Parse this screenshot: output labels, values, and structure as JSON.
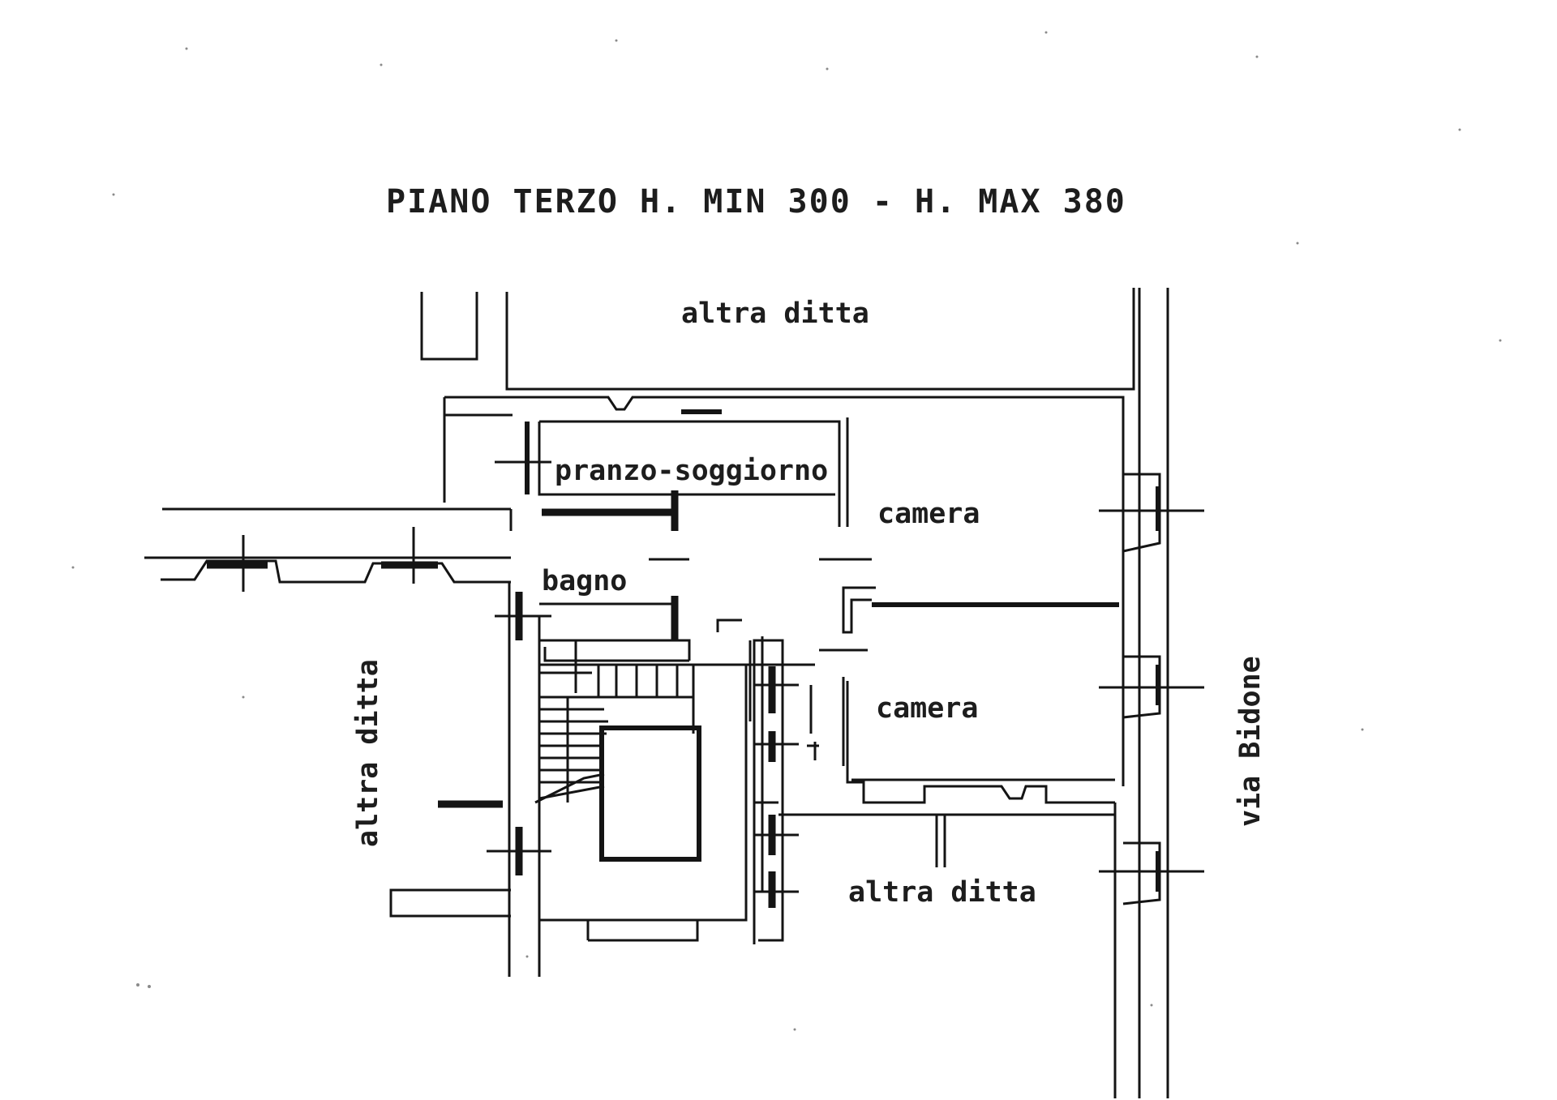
{
  "plan": {
    "title": "PIANO TERZO H. MIN 300 - H. MAX 380",
    "rooms": {
      "pranzo_soggiorno": "pranzo-soggiorno",
      "camera_1": "camera",
      "camera_2": "camera",
      "bagno": "bagno"
    },
    "surroundings": {
      "north": "altra ditta",
      "west": "altra ditta",
      "south": "altra ditta",
      "street": "via Bidone"
    }
  }
}
